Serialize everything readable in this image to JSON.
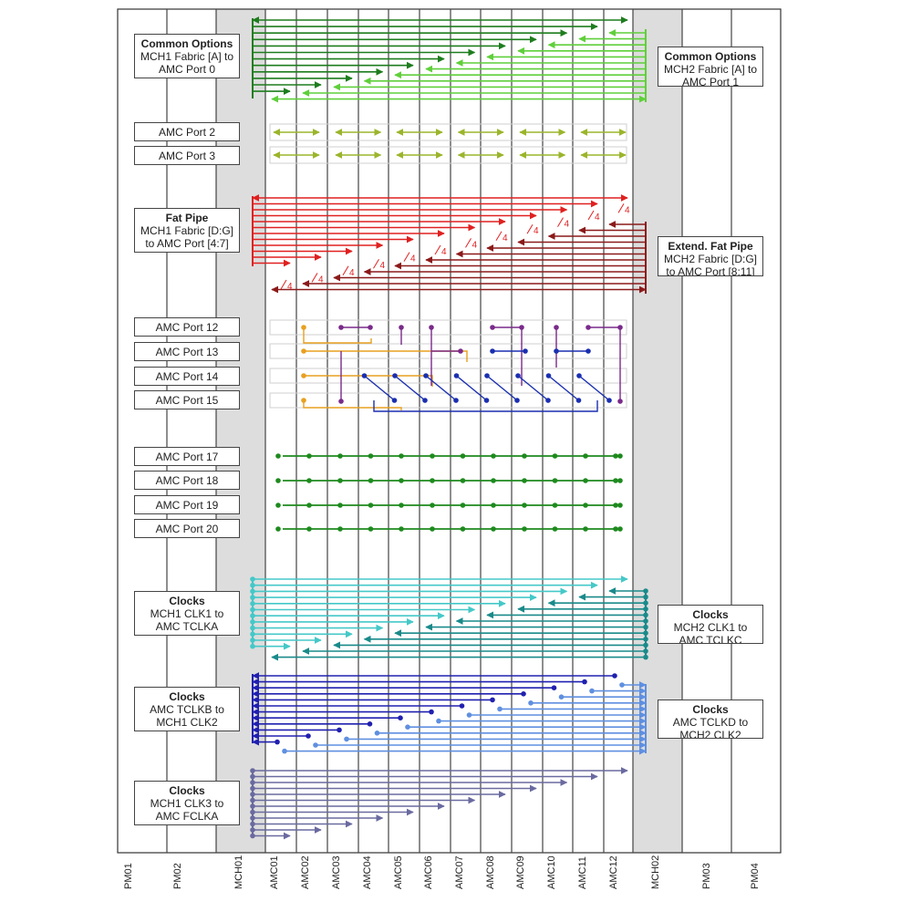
{
  "slots": [
    "PM01",
    "PM02",
    "MCH01",
    "AMC01",
    "AMC02",
    "AMC03",
    "AMC04",
    "AMC05",
    "AMC06",
    "AMC07",
    "AMC08",
    "AMC09",
    "AMC10",
    "AMC11",
    "AMC12",
    "MCH02",
    "PM03",
    "PM04"
  ],
  "left_labels": {
    "common_options": {
      "title": "Common Options",
      "line1": "MCH1 Fabric [A] to",
      "line2": "AMC Port 0"
    },
    "amc_port_2": "AMC Port 2",
    "amc_port_3": "AMC Port 3",
    "fat_pipe": {
      "title": "Fat Pipe",
      "line1": "MCH1 Fabric [D:G]",
      "line2": "to AMC Port [4:7]"
    },
    "amc_port_12": "AMC Port 12",
    "amc_port_13": "AMC Port 13",
    "amc_port_14": "AMC Port 14",
    "amc_port_15": "AMC Port 15",
    "amc_port_17": "AMC Port 17",
    "amc_port_18": "AMC Port 18",
    "amc_port_19": "AMC Port 19",
    "amc_port_20": "AMC Port 20",
    "clocks_1": {
      "title": "Clocks",
      "line1": "MCH1 CLK1 to",
      "line2": "AMC TCLKA"
    },
    "clocks_2": {
      "title": "Clocks",
      "line1": "AMC TCLKB to",
      "line2": "MCH1 CLK2"
    },
    "clocks_3": {
      "title": "Clocks",
      "line1": "MCH1 CLK3 to",
      "line2": "AMC FCLKA"
    }
  },
  "right_labels": {
    "common_options": {
      "title": "Common Options",
      "line1": "MCH2 Fabric [A] to",
      "line2": "AMC Port 1"
    },
    "fat_pipe": {
      "title": "Extend. Fat Pipe",
      "line1": "MCH2 Fabric [D:G]",
      "line2": "to AMC Port [8:11]"
    },
    "clocks_1": {
      "title": "Clocks",
      "line1": "MCH2 CLK1 to",
      "line2": "AMC TCLKC"
    },
    "clocks_2": {
      "title": "Clocks",
      "line1": "AMC TCLKD to",
      "line2": "MCH2 CLK2"
    }
  },
  "bus_width_label": "4",
  "colors": {
    "mch_shading": "#dddddd",
    "common_mch1": "#1e7d1e",
    "common_mch2": "#5fcf3a",
    "amc_port_2_3": "#9bb52c",
    "fat_pipe_mch1": "#e02020",
    "fat_pipe_mch2": "#8b1a1a",
    "port_12_15_a": "#e8a020",
    "port_12_15_b": "#7a2a8a",
    "port_12_15_c": "#1a2fb0",
    "port_17_20": "#1e8a1e",
    "clk1_mch1": "#45c8c8",
    "clk1_mch2": "#1a8a8a",
    "clk2_mch1": "#2020b0",
    "clk2_mch2": "#5f8fe0",
    "clk3_mch1": "#6a6aa0"
  }
}
